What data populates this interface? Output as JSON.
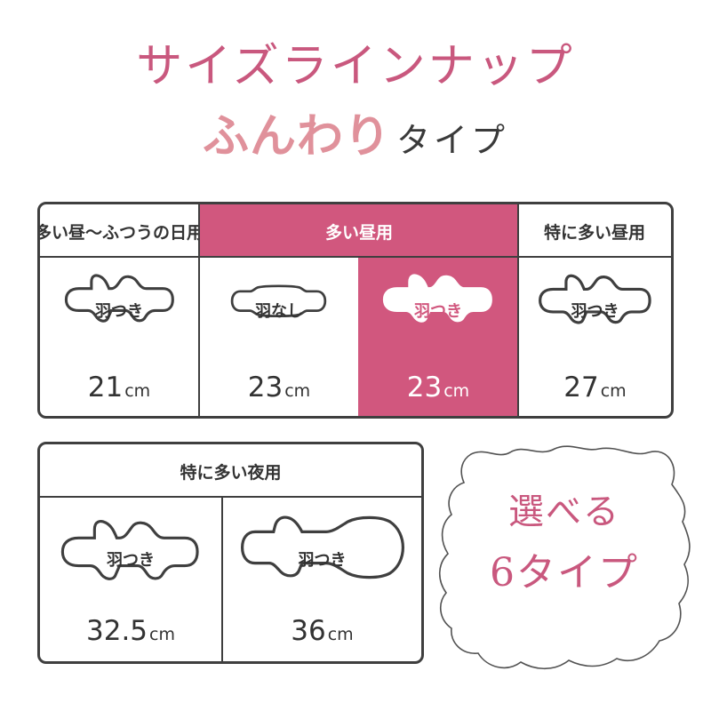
{
  "header": {
    "title": "サイズラインナップ",
    "subtitle_accent": "ふんわり",
    "subtitle_rest": "タイプ"
  },
  "colors": {
    "accent": "#d1577e",
    "title": "#c9587e",
    "subtitle_accent": "#e0919b",
    "border": "#3f3f3f"
  },
  "table_top": {
    "headers": [
      "多い昼〜ふつうの日用",
      "多い昼用",
      "特に多い昼用"
    ],
    "products": [
      {
        "label": "羽つき",
        "size": "21",
        "unit": "cm"
      },
      {
        "label": "羽なし",
        "size": "23",
        "unit": "cm"
      },
      {
        "label": "羽つき",
        "size": "23",
        "unit": "cm"
      },
      {
        "label": "羽つき",
        "size": "27",
        "unit": "cm"
      }
    ]
  },
  "table_bottom": {
    "header": "特に多い夜用",
    "products": [
      {
        "label": "羽つき",
        "size": "32.5",
        "unit": "cm"
      },
      {
        "label": "羽つき",
        "size": "36",
        "unit": "cm"
      }
    ]
  },
  "callout": {
    "line1": "選べる",
    "line2": "6タイプ"
  }
}
